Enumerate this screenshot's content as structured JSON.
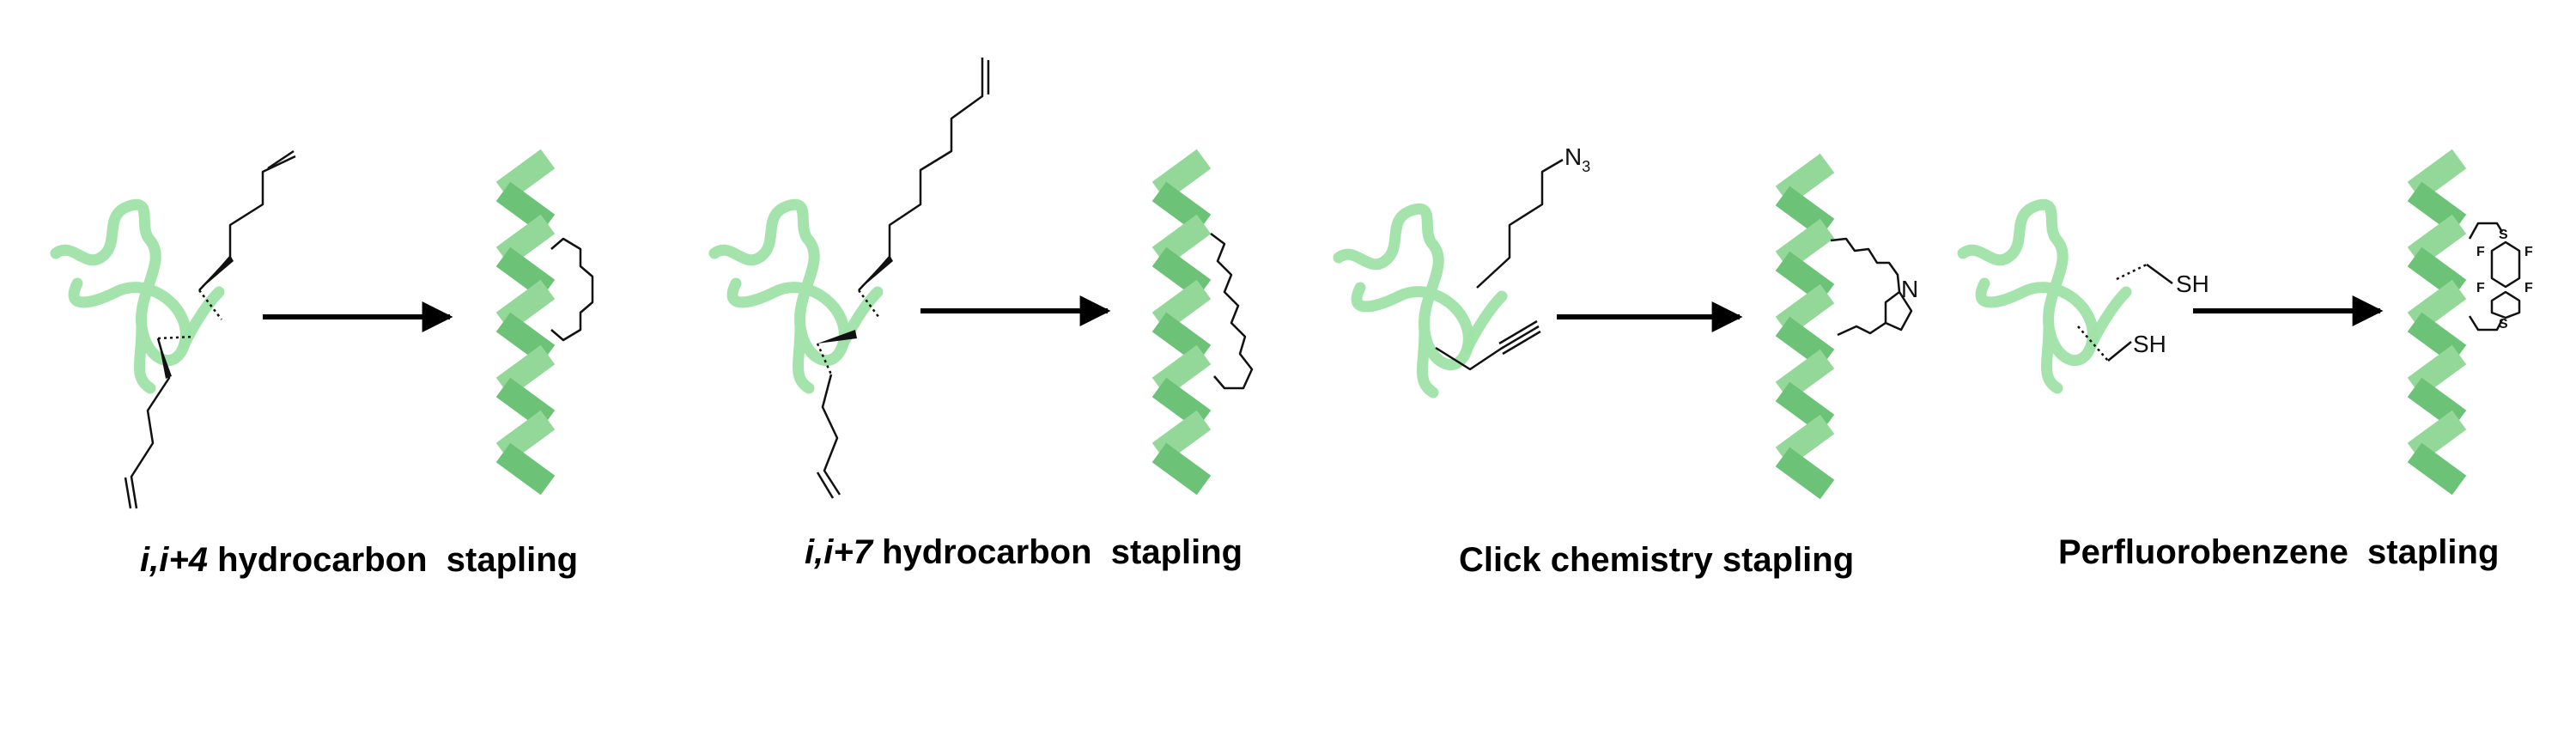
{
  "panels": [
    {
      "label_italic": "i,i+4",
      "label_rest": " hydrocarbon  stapling"
    },
    {
      "label_italic": "i,i+7",
      "label_rest": " hydrocarbon  stapling"
    },
    {
      "label_italic": "",
      "label_rest": "Click chemistry stapling",
      "reagent_top": "N",
      "reagent_top_sub": "3"
    },
    {
      "label_italic": "",
      "label_rest": "Perfluorobenzene  stapling",
      "thiol_1": "SH",
      "thiol_2": "SH",
      "fluorine": "F",
      "sulfur": "S"
    }
  ],
  "colors": {
    "helix_light": "#93d899",
    "helix_dark": "#6cc276",
    "coil": "#9fe3a8",
    "arrow": "#000000"
  }
}
